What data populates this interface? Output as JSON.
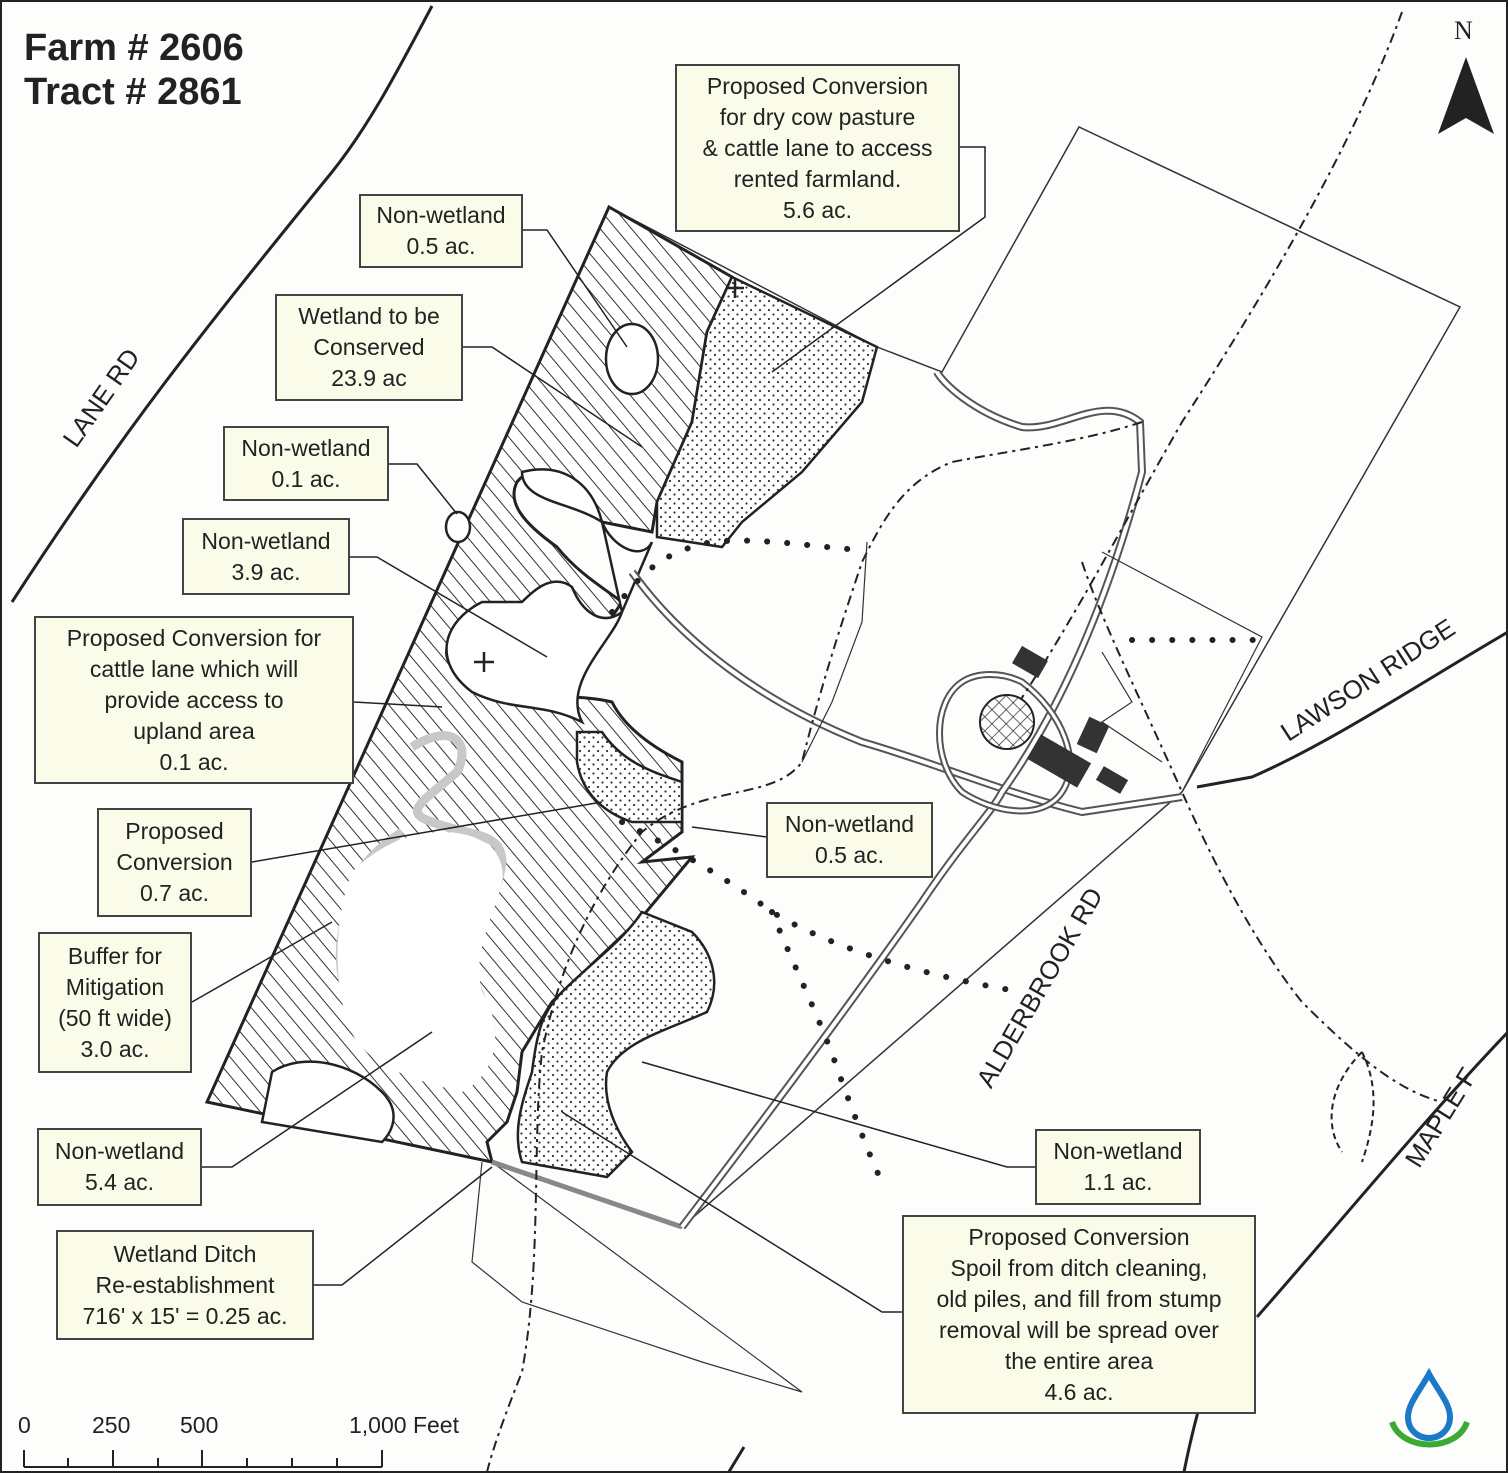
{
  "title": {
    "farm": "Farm # 2606",
    "tract": "Tract # 2861"
  },
  "north_label": "N",
  "roads": {
    "lane": "LANE RD",
    "lawson": "LAWSON RIDGE",
    "alderbrook": "ALDERBROOK RD",
    "maple": "MAPLE F"
  },
  "labels": {
    "l1": {
      "l1": "Proposed Conversion",
      "l2": "for dry cow pasture",
      "l3": "& cattle lane to access",
      "l4": "rented farmland.",
      "l5": "5.6 ac."
    },
    "l2": {
      "l1": "Non-wetland",
      "l2": "0.5 ac."
    },
    "l3": {
      "l1": "Wetland to be",
      "l2": "Conserved",
      "l3": "23.9 ac"
    },
    "l4": {
      "l1": "Non-wetland",
      "l2": "0.1 ac."
    },
    "l5": {
      "l1": "Non-wetland",
      "l2": "3.9 ac."
    },
    "l6": {
      "l1": "Proposed Conversion for",
      "l2": "cattle lane which will",
      "l3": "provide access to",
      "l4": "upland area",
      "l5": "0.1 ac."
    },
    "l7": {
      "l1": "Proposed",
      "l2": "Conversion",
      "l3": "0.7 ac."
    },
    "l8": {
      "l1": "Non-wetland",
      "l2": "0.5 ac."
    },
    "l9": {
      "l1": "Buffer for",
      "l2": "Mitigation",
      "l3": "(50 ft wide)",
      "l4": "3.0 ac."
    },
    "l10": {
      "l1": "Non-wetland",
      "l2": "5.4 ac."
    },
    "l11": {
      "l1": "Non-wetland",
      "l2": "1.1 ac."
    },
    "l12": {
      "l1": "Wetland Ditch",
      "l2": "Re-establishment",
      "l3": "716' x 15' = 0.25 ac."
    },
    "l13": {
      "l1": "Proposed Conversion",
      "l2": "Spoil from ditch cleaning,",
      "l3": "old piles, and fill from stump",
      "l4": "removal will be spread over",
      "l5": "the entire area",
      "l6": "4.6 ac."
    }
  },
  "scale": {
    "t0": "0",
    "t1": "250",
    "t2": "500",
    "t3": "1,000 Feet"
  },
  "logo_icon": "water-drop-icon"
}
